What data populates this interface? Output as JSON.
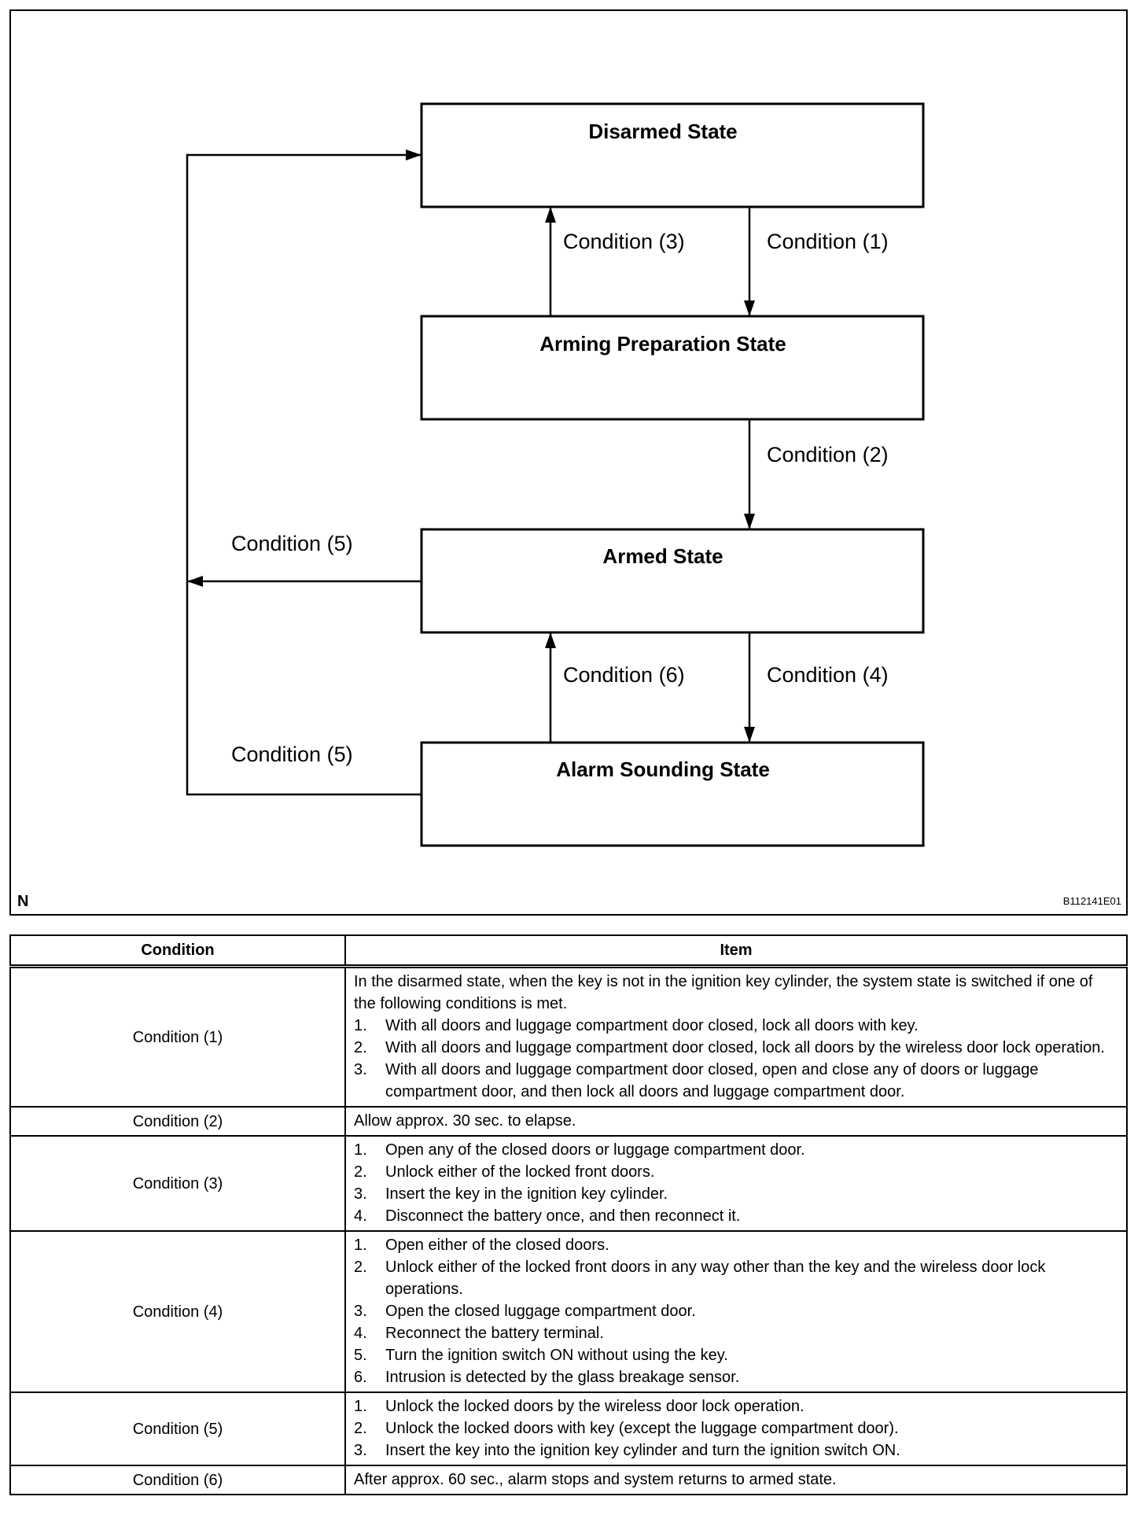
{
  "diagram": {
    "states": {
      "disarmed": "Disarmed State",
      "arming_preparation": "Arming Preparation State",
      "armed": "Armed State",
      "alarm_sounding": "Alarm Sounding State"
    },
    "transitions": {
      "c1": "Condition (1)",
      "c2": "Condition (2)",
      "c3": "Condition (3)",
      "c4": "Condition (4)",
      "c5_armed": "Condition (5)",
      "c5_alarm": "Condition (5)",
      "c6": "Condition (6)"
    },
    "corner_letter": "N",
    "figure_id": "B112141E01"
  },
  "table": {
    "headers": {
      "condition": "Condition",
      "item": "Item"
    },
    "rows": [
      {
        "condition": "Condition (1)",
        "intro": "In the disarmed state, when the key is not in the ignition key cylinder, the system state is switched if one of the following conditions is met.",
        "items": [
          {
            "num": "1.",
            "text": "With all doors and luggage compartment door closed, lock all doors with key."
          },
          {
            "num": "2.",
            "text": "With all doors and luggage compartment door closed, lock all doors by the wireless door lock operation."
          },
          {
            "num": "3.",
            "text": "With all doors and luggage compartment door closed, open and close any of doors or luggage compartment door, and then lock all doors and luggage compartment door."
          }
        ]
      },
      {
        "condition": "Condition (2)",
        "intro": "Allow approx. 30 sec. to elapse.",
        "items": []
      },
      {
        "condition": "Condition (3)",
        "intro": "",
        "items": [
          {
            "num": "1.",
            "text": "Open any of the closed doors or luggage compartment door."
          },
          {
            "num": "2.",
            "text": "Unlock either of the locked front doors."
          },
          {
            "num": "3.",
            "text": "Insert the key in the ignition key cylinder."
          },
          {
            "num": "4.",
            "text": "Disconnect the battery once, and then reconnect it."
          }
        ]
      },
      {
        "condition": "Condition (4)",
        "intro": "",
        "items": [
          {
            "num": "1.",
            "text": "Open either of the closed doors."
          },
          {
            "num": "2.",
            "text": "Unlock either of the locked front doors in any way other than the key and the wireless door lock operations."
          },
          {
            "num": "3.",
            "text": "Open the closed luggage compartment door."
          },
          {
            "num": "4.",
            "text": "Reconnect the battery terminal."
          },
          {
            "num": "5.",
            "text": "Turn the ignition switch ON without using the key."
          },
          {
            "num": "6.",
            "text": "Intrusion is detected by the glass breakage sensor."
          }
        ]
      },
      {
        "condition": "Condition (5)",
        "intro": "",
        "items": [
          {
            "num": "1.",
            "text": "Unlock the locked doors by the wireless door lock operation."
          },
          {
            "num": "2.",
            "text": "Unlock the locked doors with key (except the luggage compartment door)."
          },
          {
            "num": "3.",
            "text": "Insert the key into the ignition key cylinder and turn the ignition switch ON."
          }
        ]
      },
      {
        "condition": "Condition (6)",
        "intro": "After approx. 60 sec., alarm stops and system returns to armed state.",
        "items": []
      }
    ]
  }
}
